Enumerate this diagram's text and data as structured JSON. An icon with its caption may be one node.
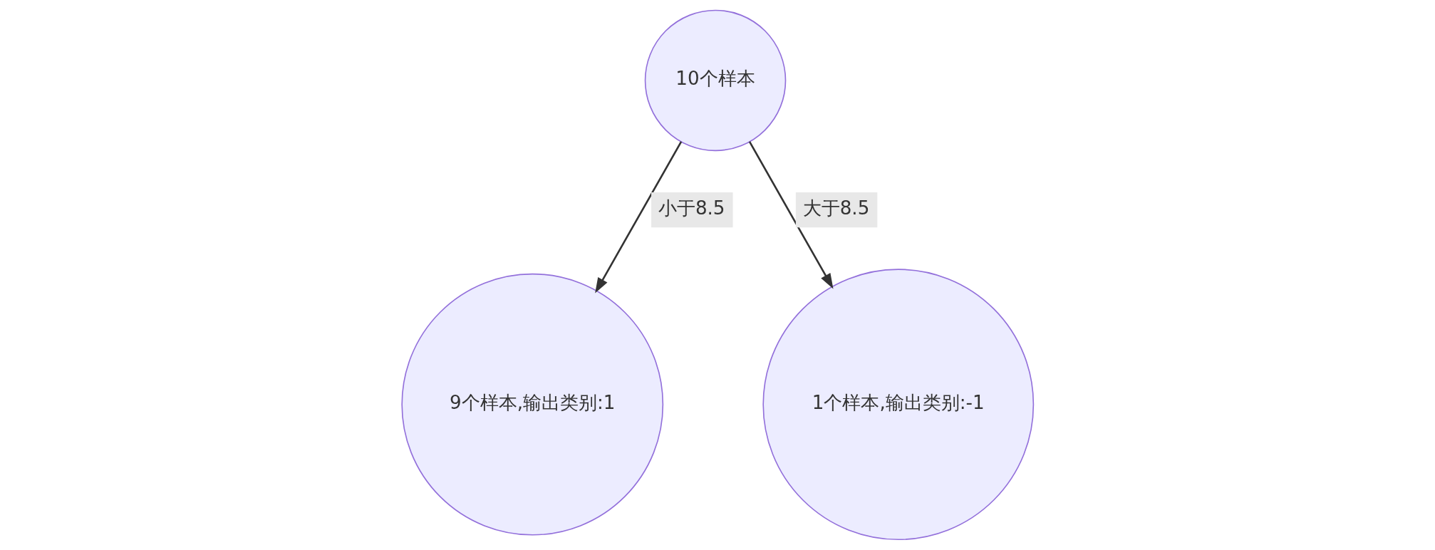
{
  "diagram": {
    "nodes": [
      {
        "text": [
          "10个样本"
        ]
      },
      {
        "text": [
          "9个样本,输出类别:1"
        ]
      },
      {
        "text": [
          "1个样本,输出类别:-1"
        ]
      }
    ],
    "edges": [
      {
        "from": 0,
        "to": 1,
        "arrow": "to",
        "label": "小于8.5"
      },
      {
        "from": 0,
        "to": 2,
        "arrow": "to",
        "label": "大于8.5"
      }
    ]
  }
}
